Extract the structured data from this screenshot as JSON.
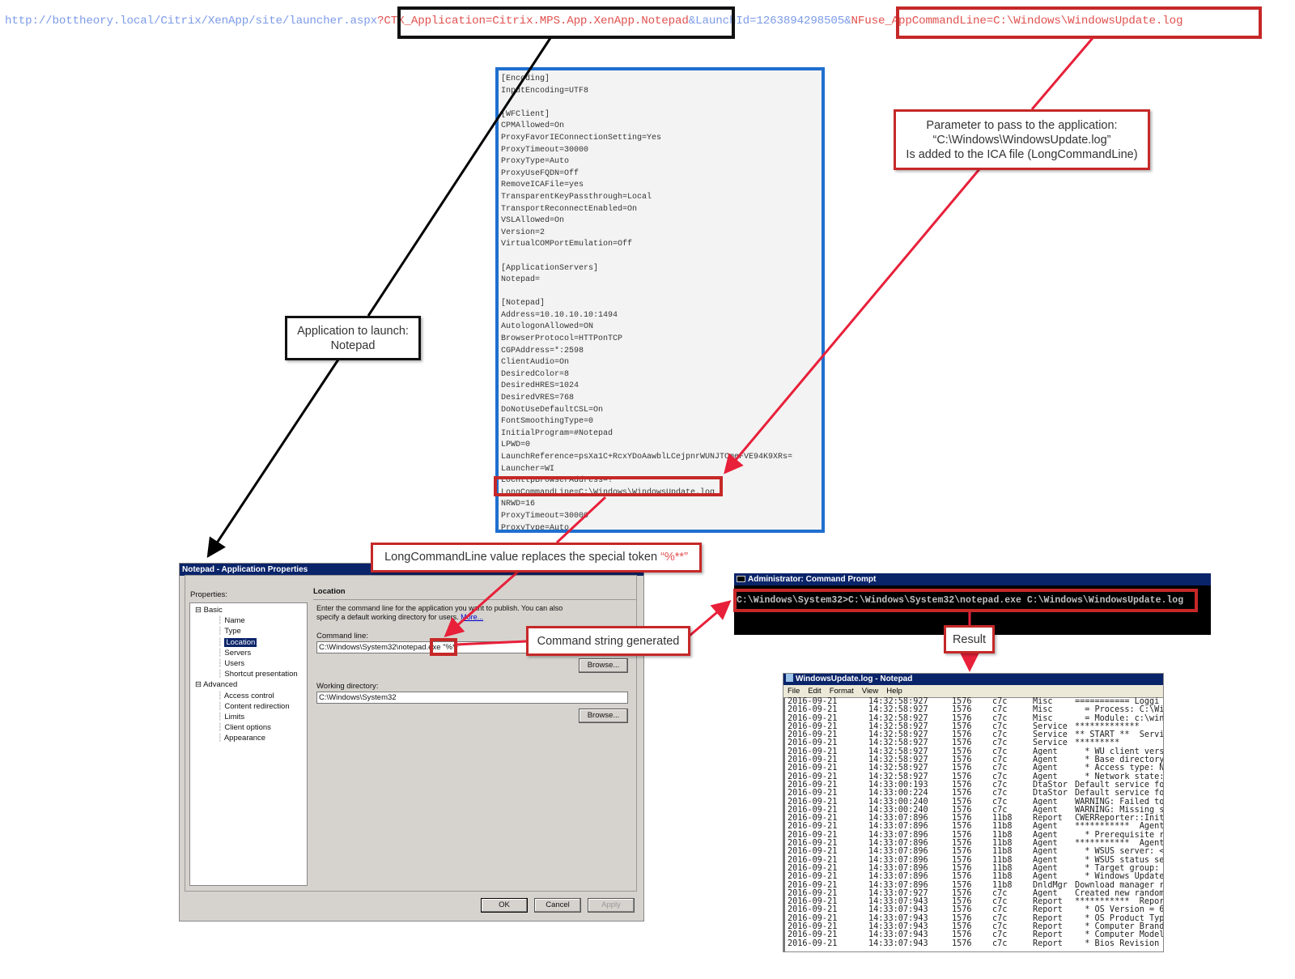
{
  "url": {
    "base": "http://bottheory.local/Citrix/XenApp/site/launcher.aspx",
    "app_param": "?CTX_Application=Citrix.MPS.App.XenApp.Notepad",
    "launch_id": "&LaunchId=1263894298505&",
    "cmd_param": "NFuse_AppCommandLine=C:\\Windows\\WindowsUpdate.log"
  },
  "ica_lines": [
    "[Encoding]",
    "InputEncoding=UTF8",
    "",
    "[WFClient]",
    "CPMAllowed=On",
    "ProxyFavorIEConnectionSetting=Yes",
    "ProxyTimeout=30000",
    "ProxyType=Auto",
    "ProxyUseFQDN=Off",
    "RemoveICAFile=yes",
    "TransparentKeyPassthrough=Local",
    "TransportReconnectEnabled=On",
    "VSLAllowed=On",
    "Version=2",
    "VirtualCOMPortEmulation=Off",
    "",
    "[ApplicationServers]",
    "Notepad=",
    "",
    "[Notepad]",
    "Address=10.10.10.10:1494",
    "AutologonAllowed=ON",
    "BrowserProtocol=HTTPonTCP",
    "CGPAddress=*:2598",
    "ClientAudio=On",
    "DesiredColor=8",
    "DesiredHRES=1024",
    "DesiredVRES=768",
    "DoNotUseDefaultCSL=On",
    "FontSmoothingType=0",
    "InitialProgram=#Notepad",
    "LPWD=0",
    "LaunchReference=psXa1C+RcxYDoAawblLCejpnrWUNJTCmeFVE94K9XRs=",
    "Launcher=WI",
    "LocHttpBrowserAddress=!",
    "LongCommandLine=C:\\Windows\\WindowsUpdate.log",
    "NRWD=16",
    "ProxyTimeout=30000",
    "ProxyType=Auto"
  ],
  "callouts": {
    "parameter": [
      "Parameter to pass to the application:",
      "“C:\\Windows\\WindowsUpdate.log”",
      "Is added to the ICA file (LongCommandLine)"
    ],
    "app": [
      "Application to launch:",
      "Notepad"
    ],
    "replace": "LongCommandLine value replaces the special token ",
    "replace_token": "“%**”",
    "command": "Command string generated",
    "result": "Result"
  },
  "dialog": {
    "title": "Notepad - Application Properties",
    "properties_label": "Properties:",
    "tree": [
      {
        "label": "Basic",
        "level": 0
      },
      {
        "label": "Name",
        "level": 1
      },
      {
        "label": "Type",
        "level": 1
      },
      {
        "label": "Location",
        "level": 1,
        "selected": true
      },
      {
        "label": "Servers",
        "level": 1
      },
      {
        "label": "Users",
        "level": 1
      },
      {
        "label": "Shortcut presentation",
        "level": 1
      },
      {
        "label": "Advanced",
        "level": 0
      },
      {
        "label": "Access control",
        "level": 1
      },
      {
        "label": "Content redirection",
        "level": 1
      },
      {
        "label": "Limits",
        "level": 1
      },
      {
        "label": "Client options",
        "level": 1
      },
      {
        "label": "Appearance",
        "level": 1
      }
    ],
    "section": "Location",
    "description": "Enter the command line for the application you want to publish.  You can also specify a default working directory for users.",
    "more_link": "More...",
    "command_label": "Command line:",
    "command_value": "C:\\Windows\\System32\\notepad.exe",
    "command_token": "\"%**\"",
    "browse": "Browse...",
    "workdir_label": "Working directory:",
    "workdir_value": "C:\\Windows\\System32",
    "ok": "OK",
    "cancel": "Cancel",
    "apply": "Apply"
  },
  "cmd": {
    "title": "Administrator: Command Prompt",
    "line": "C:\\Windows\\System32>C:\\Windows\\System32\\notepad.exe C:\\Windows\\WindowsUpdate.log"
  },
  "notepad": {
    "title": "WindowsUpdate.log - Notepad",
    "menu": [
      "File",
      "Edit",
      "Format",
      "View",
      "Help"
    ],
    "rows": [
      [
        "2016-09-21",
        "14:32:58:927",
        "1576",
        "c7c",
        "Misc",
        "=========== Loggi"
      ],
      [
        "2016-09-21",
        "14:32:58:927",
        "1576",
        "c7c",
        "Misc",
        "  = Process: C:\\Wi"
      ],
      [
        "2016-09-21",
        "14:32:58:927",
        "1576",
        "c7c",
        "Misc",
        "  = Module: c:\\win"
      ],
      [
        "2016-09-21",
        "14:32:58:927",
        "1576",
        "c7c",
        "Service",
        "*************"
      ],
      [
        "2016-09-21",
        "14:32:58:927",
        "1576",
        "c7c",
        "Service",
        "** START **  Servi"
      ],
      [
        "2016-09-21",
        "14:32:58:927",
        "1576",
        "c7c",
        "Service",
        "*********"
      ],
      [
        "2016-09-21",
        "14:32:58:927",
        "1576",
        "c7c",
        "Agent",
        "  * WU client vers"
      ],
      [
        "2016-09-21",
        "14:32:58:927",
        "1576",
        "c7c",
        "Agent",
        "  * Base directory"
      ],
      [
        "2016-09-21",
        "14:32:58:927",
        "1576",
        "c7c",
        "Agent",
        "  * Access type: N"
      ],
      [
        "2016-09-21",
        "14:32:58:927",
        "1576",
        "c7c",
        "Agent",
        "  * Network state:"
      ],
      [
        "2016-09-21",
        "14:33:00:193",
        "1576",
        "c7c",
        "DtaStor",
        "Default service fo"
      ],
      [
        "2016-09-21",
        "14:33:00:224",
        "1576",
        "c7c",
        "DtaStor",
        "Default service fo"
      ],
      [
        "2016-09-21",
        "14:33:00:240",
        "1576",
        "c7c",
        "Agent",
        "WARNING: Failed to"
      ],
      [
        "2016-09-21",
        "14:33:00:240",
        "1576",
        "c7c",
        "Agent",
        "WARNING: Missing s"
      ],
      [
        "2016-09-21",
        "14:33:07:896",
        "1576",
        "11b8",
        "Report",
        "CWERReporter::Init"
      ],
      [
        "2016-09-21",
        "14:33:07:896",
        "1576",
        "11b8",
        "Agent",
        "***********  Agent"
      ],
      [
        "2016-09-21",
        "14:33:07:896",
        "1576",
        "11b8",
        "Agent",
        "  * Prerequisite r"
      ],
      [
        "2016-09-21",
        "14:33:07:896",
        "1576",
        "11b8",
        "Agent",
        "***********  Agent"
      ],
      [
        "2016-09-21",
        "14:33:07:896",
        "1576",
        "11b8",
        "Agent",
        "  * WSUS server: <"
      ],
      [
        "2016-09-21",
        "14:33:07:896",
        "1576",
        "11b8",
        "Agent",
        "  * WSUS status se"
      ],
      [
        "2016-09-21",
        "14:33:07:896",
        "1576",
        "11b8",
        "Agent",
        "  * Target group:"
      ],
      [
        "2016-09-21",
        "14:33:07:896",
        "1576",
        "11b8",
        "Agent",
        "  * Windows Update"
      ],
      [
        "2016-09-21",
        "14:33:07:896",
        "1576",
        "11b8",
        "DnldMgr",
        "Download manager r"
      ],
      [
        "2016-09-21",
        "14:33:07:927",
        "1576",
        "c7c",
        "Agent",
        "Created new random"
      ],
      [
        "2016-09-21",
        "14:33:07:943",
        "1576",
        "c7c",
        "Report",
        "***********  Repor"
      ],
      [
        "2016-09-21",
        "14:33:07:943",
        "1576",
        "c7c",
        "Report",
        "  * OS Version = 6"
      ],
      [
        "2016-09-21",
        "14:33:07:943",
        "1576",
        "c7c",
        "Report",
        "  * OS Product Typ"
      ],
      [
        "2016-09-21",
        "14:33:07:943",
        "1576",
        "c7c",
        "Report",
        "  * Computer Brand"
      ],
      [
        "2016-09-21",
        "14:33:07:943",
        "1576",
        "c7c",
        "Report",
        "  * Computer Model"
      ],
      [
        "2016-09-21",
        "14:33:07:943",
        "1576",
        "c7c",
        "Report",
        "  * Bios Revision"
      ]
    ]
  }
}
